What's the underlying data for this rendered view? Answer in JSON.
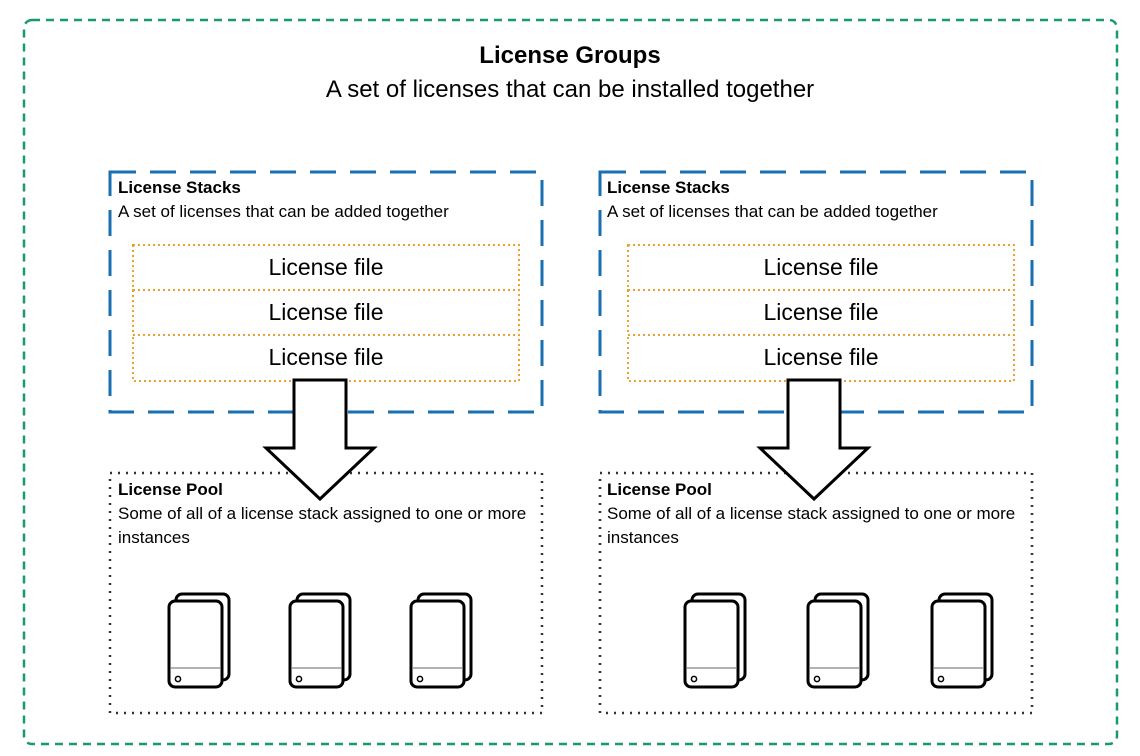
{
  "group": {
    "title": "License Groups",
    "subtitle": "A set of licenses that can be installed together"
  },
  "stacks": [
    {
      "title": "License Stacks",
      "desc": "A set of licenses that can be added together",
      "files": [
        "License file",
        "License file",
        "License file"
      ]
    },
    {
      "title": "License Stacks",
      "desc": "A set of licenses that can be added together",
      "files": [
        "License file",
        "License file",
        "License file"
      ]
    }
  ],
  "pools": [
    {
      "title": "License Pool",
      "desc": "Some of all of a license stack assigned to one or more instances",
      "instance_count": 3
    },
    {
      "title": "License Pool",
      "desc": "Some of all of a license stack assigned to one or more instances",
      "instance_count": 3
    }
  ],
  "colors": {
    "group_border": "#1a9a6b",
    "stack_border": "#1a6fb0",
    "file_border": "#f0a030",
    "pool_border": "#333333"
  },
  "icons": {
    "arrow": "down-arrow-icon",
    "instance": "server-instance-icon"
  }
}
